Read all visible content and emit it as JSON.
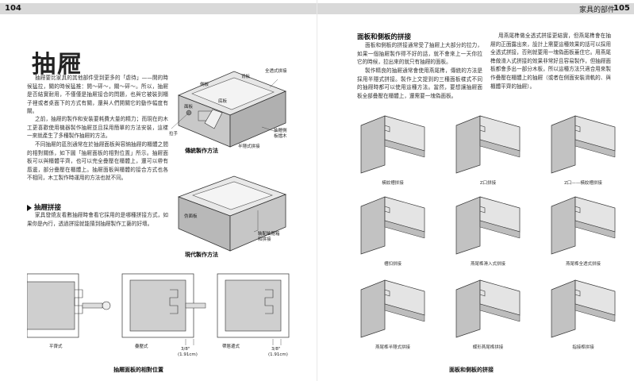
{
  "header": {
    "left_page_number": "104",
    "right_page_number": "105",
    "right_running_head": "家具的部件"
  },
  "left": {
    "title": "抽屜",
    "paragraphs": [
      "抽屜要比家具的其他部件受到更多的「虐待」——開的時候猛拉，關的時候猛推：開～砰～，關～砰～。所以，抽屜是否結實耐用，不僅僅是抽屜接合的問題，也與它被裝到櫃子裡或者桌面下的方式有關，還與人們開關它的動作幅度有關。",
      "之前，抽屜的製作和安裝要耗費大量的精力；而現在的木工更喜歡使用機器製作抽屜並且採用簡單的方法安裝，這樣一來就產生了多種製作抽屜的方法。",
      "不同抽屜的區別通常在於抽屜面板與容納抽屜的櫃體之間的相對關係，如下圖「抽屜面板的相對位置」所示。抽屜面板可以與櫃體平齊，也可以完全疊壓在櫃體上，還可以帶有唇邊，部分疊壓在櫃體上。抽屜面板與櫃體的接合方式也各不相同，木工製作時運用的方法也就不同。"
    ],
    "subheading": "抽屜拼接",
    "sub_paragraph": "家具發燒友看數抽屜時會看它採用的是哪種拼接方式，如果你是內行，透過拼接就能猜到抽屜製作工藝的好壞。",
    "figure1": {
      "caption": "傳統製作方法",
      "labels": [
        "背板",
        "全透式拼接",
        "側板",
        "面板",
        "底板",
        "拉手",
        "半隱式拼接",
        "抽屜側板擋木"
      ]
    },
    "figure2": {
      "caption": "現代製作方法",
      "labels": [
        "伪面板",
        "裝配抽屜箱和拼接"
      ]
    },
    "figure3": {
      "caption": "抽屜面板的相對位置",
      "items": [
        "平齊式",
        "疊壓式",
        "帶唇邊式"
      ],
      "dims": [
        "3/8\"",
        "(1.91cm)",
        "3/8\"",
        "(1.91cm)"
      ]
    }
  },
  "right": {
    "heading": "面板和側板的拼接",
    "col1": [
      "面板和側板的拼接通常受了抽屜上大部分的拉力，如果一個抽屜製作得不好的話，就不會來上一天你拉它的時候，拉出來的就只有抽屜的面板。",
      "製作精良的抽屜通常會使用燕尾榫，傳統的方法是採用半隱式拼接。製作上文提到的三種面板樣式不同的抽屜時都可以使用這種方法。當然，要想讓抽屜面板全部疊壓在櫃體上，還需要一塊偽面板。"
    ],
    "col2": "用燕尾榫做全透式拼接更結實，但燕尾榫會在抽屜的正面露出來，設計上需要這種效果的話可以採用全透式拼接，否則就要用一塊偽面板蓋住它。用燕尾榫做滑入式拼接的效果非常好且容易製作，但抽屜面板都會多出一部分木板，所以這種方法只適合用來製作疊壓在櫃體上的抽屜（或者在側面安裝滑軌的、與櫃體平齊的抽屜）。",
    "panels": [
      "橫紋槽拼接",
      "Z口拼接",
      "Z口——橫紋槽拼接",
      "槽扣拼接",
      "燕尾榫滑入式拼接",
      "燕尾榫全透式拼接",
      "燕尾榫半隱式拼接",
      "蝶形燕尾榫拼接",
      "指接榫拼接"
    ],
    "panels_caption": "面板和側板的拼接"
  },
  "colors": {
    "header_band": "#d9d9d9",
    "wood_shade": "#bdbdbd"
  }
}
